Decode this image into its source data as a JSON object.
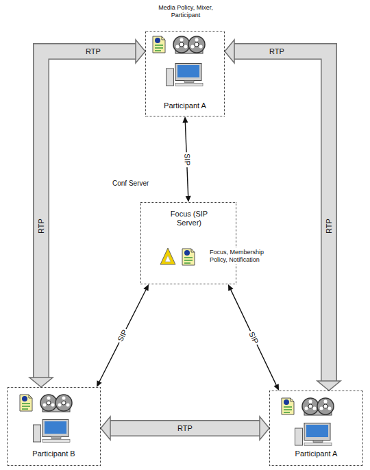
{
  "diagram": {
    "nodes": [
      {
        "text": [
          "Media Policy, Mixer, Participant",
          "Participant A"
        ]
      },
      {
        "text": [
          "Conf Server",
          "Focus (SIP Server)",
          "Focus, Membership Policy, Notification"
        ]
      },
      {
        "text": [
          "Participant B"
        ]
      },
      {
        "text": [
          "Participant A"
        ]
      }
    ],
    "edges": [
      {
        "from": 0,
        "to": 1,
        "label": "SIP",
        "arrow": "both"
      },
      {
        "from": 1,
        "to": 2,
        "label": "SIP",
        "arrow": "both"
      },
      {
        "from": 1,
        "to": 3,
        "label": "SIP",
        "arrow": "both"
      },
      {
        "from": 0,
        "to": 2,
        "label": "RTP",
        "arrow": "both"
      },
      {
        "from": 0,
        "to": 3,
        "label": "RTP",
        "arrow": "both"
      },
      {
        "from": 2,
        "to": 3,
        "label": "RTP",
        "arrow": "both"
      }
    ],
    "labels": [
      "RTP",
      "RTP"
    ]
  }
}
